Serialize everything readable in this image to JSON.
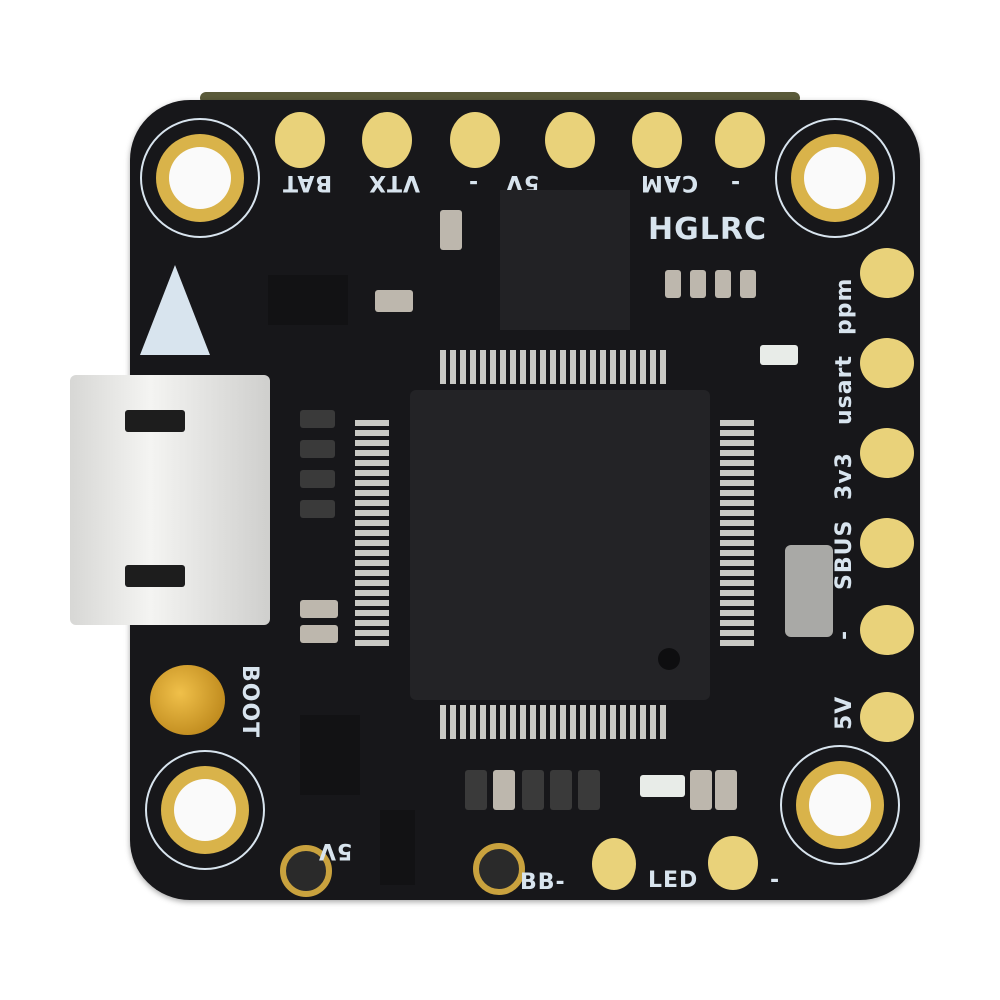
{
  "scene": {
    "subject": "Flight controller circuit board",
    "brand_text": "HGLRC",
    "background_color": "#ffffff",
    "board_color": "#17171a",
    "pad_color": "#e9d27a",
    "silkscreen_color": "#d8e4ee"
  },
  "silkscreen": {
    "top_labels": [
      "BAT",
      "VTX",
      "-",
      "5V",
      "CAM",
      "-"
    ],
    "right_labels": [
      "ppm",
      "usart",
      "3v3",
      "SBUS",
      "-",
      "5V"
    ],
    "left_label": "BOOT",
    "bottom_labels": [
      "5V",
      "BB-",
      "LED",
      "-"
    ],
    "brand": "HGLRC"
  },
  "components": {
    "mcu": "main microcontroller QFP64",
    "osd_chip": "OSD chip",
    "usb": "micro USB connector",
    "boot_button": "boot button",
    "crystal": "crystal oscillator"
  }
}
